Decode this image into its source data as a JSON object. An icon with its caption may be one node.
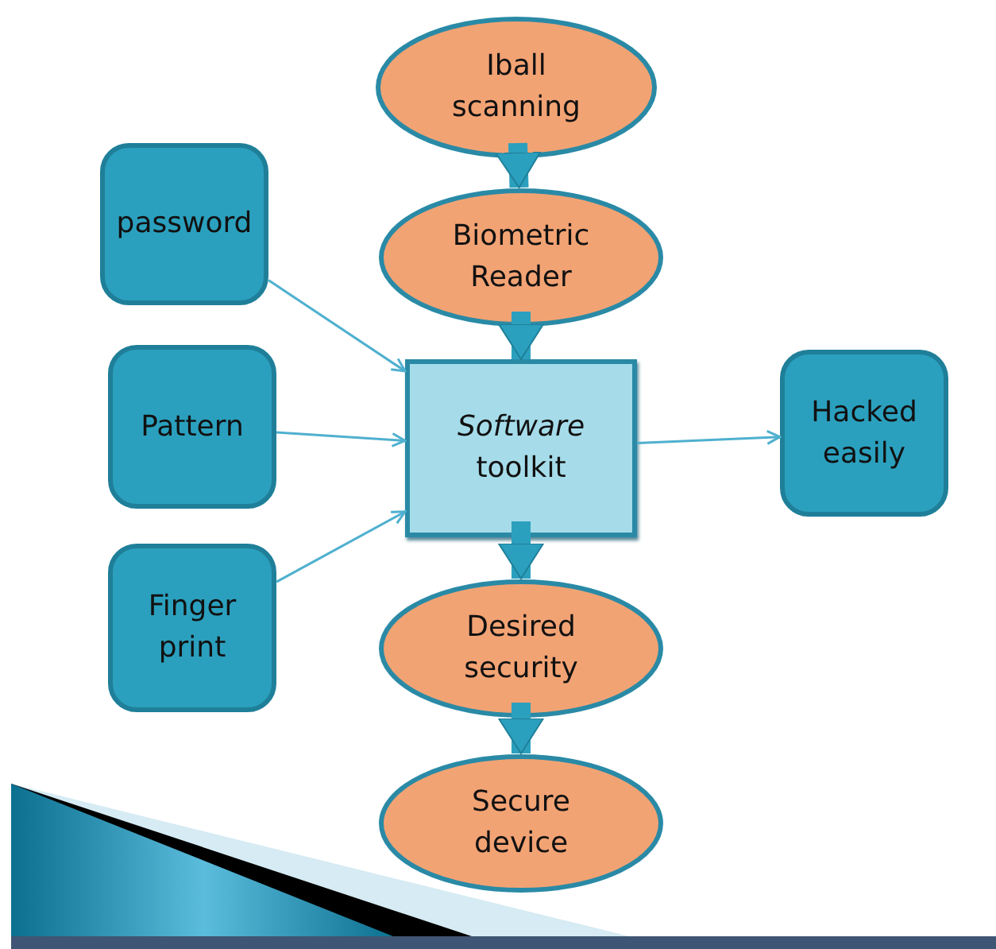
{
  "diagram": {
    "nodes": [
      {
        "text": [
          "Iball scanning"
        ]
      },
      {
        "text": [
          "Biometric Reader"
        ]
      },
      {
        "text": [
          "password"
        ]
      },
      {
        "text": [
          "Pattern"
        ]
      },
      {
        "text": [
          "Finger print"
        ]
      },
      {
        "text": [
          "*Software* toolkit"
        ]
      },
      {
        "text": [
          "Hacked easily"
        ]
      },
      {
        "text": [
          "Desired security"
        ]
      },
      {
        "text": [
          "Secure device"
        ]
      }
    ],
    "edges": [
      {
        "from": 0,
        "to": 1,
        "arrow": "to",
        "style": "thick"
      },
      {
        "from": 1,
        "to": 5,
        "arrow": "to",
        "style": "thick"
      },
      {
        "from": 2,
        "to": 5,
        "arrow": "to"
      },
      {
        "from": 3,
        "to": 5,
        "arrow": "to"
      },
      {
        "from": 4,
        "to": 5,
        "arrow": "to"
      },
      {
        "from": 5,
        "to": 6,
        "arrow": "to"
      },
      {
        "from": 5,
        "to": 7,
        "arrow": "to",
        "style": "thick"
      },
      {
        "from": 7,
        "to": 8,
        "arrow": "to",
        "style": "thick"
      }
    ]
  }
}
